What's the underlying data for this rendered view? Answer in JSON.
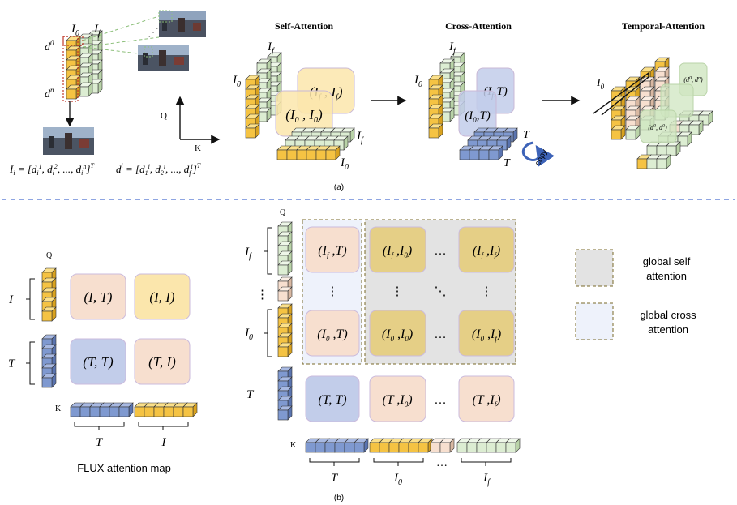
{
  "colors": {
    "yellow": "#f5c343",
    "blue": "#7f99d0",
    "green": "#dcedd2",
    "peach": "#f7dfcf",
    "tan": "#e5cf86",
    "gray_region": "#e3e3e3",
    "cross_region": "#eef2fb",
    "yellow_box": "#fbe6ac",
    "blue_box": "#c2cdea",
    "divider": "#4a6fd1",
    "dashed_border": "#7a6a2a"
  },
  "top": {
    "video_label_I0": "I",
    "video_label_I0_sub": "0",
    "video_label_If": "I",
    "video_label_If_sub": "f",
    "row_label_d0": "d",
    "row_label_d0_sup": "0",
    "row_label_dn": "d",
    "row_label_dn_sup": "n",
    "formula_Ii": "I",
    "formula_Ii_sub": "i",
    "formula_Ii_rhs": " = [d",
    "formula_Ii_tail": "]",
    "formula_di": "d",
    "formula_di_sup": "i",
    "formula_di_rhs": " = [d",
    "axis_Q": "Q",
    "axis_K": "K",
    "self_attention_title": "Self-Attention",
    "cross_attention_title": "Cross-Attention",
    "temporal_attention_title": "Temporal-Attention",
    "self_boxes": [
      "(I_f, I_f)",
      "(I_0, I_0)"
    ],
    "cross_boxes": [
      "(I_f, T)",
      "(I_0, T)"
    ],
    "temporal_boxes": [
      "(d^0, d^n)",
      "(d^0, d^0)"
    ],
    "copy_label": "copy",
    "T_label": "T",
    "caption": "(a)"
  },
  "bottom_left": {
    "Q": "Q",
    "K": "K",
    "rows": [
      {
        "label": "I",
        "cells": [
          "(I, T)",
          "(I, I)"
        ]
      },
      {
        "label": "T",
        "cells": [
          "(T, T)",
          "(T, I)"
        ]
      }
    ],
    "k_labels": [
      "T",
      "I"
    ],
    "title": "FLUX attention map"
  },
  "bottom_right": {
    "Q": "Q",
    "K": "K",
    "row_labels": [
      "I_f",
      "⋮",
      "I_0",
      "T"
    ],
    "grid": [
      [
        "(I_f, T)",
        "(I_f, I_0)",
        "…",
        "(I_f, I_f)"
      ],
      [
        "⋮",
        "⋮",
        "⋱",
        "⋮"
      ],
      [
        "(I_0, T)",
        "(I_0, I_0)",
        "…",
        "(I_0, I_f)"
      ],
      [
        "(T, T)",
        "(T, I_0)",
        "…",
        "(T, I_f)"
      ]
    ],
    "k_labels": [
      "T",
      "I_0",
      "…",
      "I_f"
    ],
    "caption": "(b)"
  },
  "legend": {
    "self_line1": "global self",
    "self_line2": "attention",
    "cross_line1": "global cross",
    "cross_line2": "attention"
  }
}
